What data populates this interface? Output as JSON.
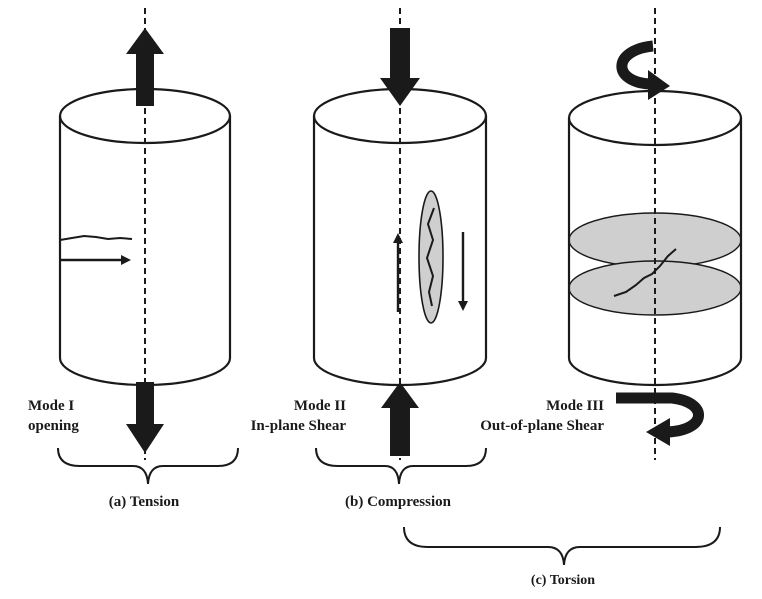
{
  "panels": [
    {
      "mode_label": "Mode I",
      "mode_desc": "opening",
      "caption": "(a) Tension"
    },
    {
      "mode_label": "Mode II",
      "mode_desc": "In-plane Shear",
      "caption": "(b) Compression"
    },
    {
      "mode_label": "Mode III",
      "mode_desc": "Out-of-plane Shear",
      "caption": "(c) Torsion"
    }
  ],
  "colors": {
    "line": "#1a1a1a",
    "crack_plane_fill": "#cfcfcf"
  }
}
